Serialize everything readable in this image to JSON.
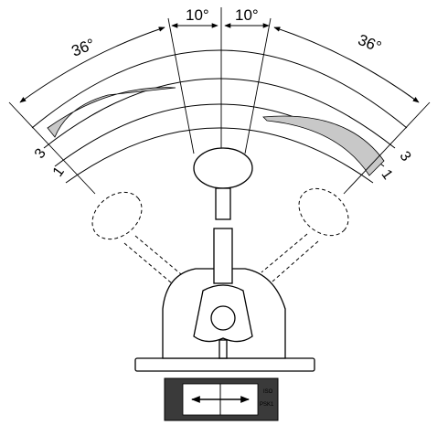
{
  "angles": {
    "outer_left": "36°",
    "inner_left": "10°",
    "inner_right": "10°",
    "outer_right": "36°"
  },
  "positions": {
    "left_upper": "3",
    "left_lower": "1",
    "right_upper": "3",
    "right_lower": "1"
  },
  "plate": {
    "code_line1": "ISO",
    "code_line2": "PSK1"
  },
  "colors": {
    "line": "#000000",
    "shade": "#c8c8c8",
    "plate": "#3a3a3a",
    "plate_inner": "#ffffff"
  }
}
